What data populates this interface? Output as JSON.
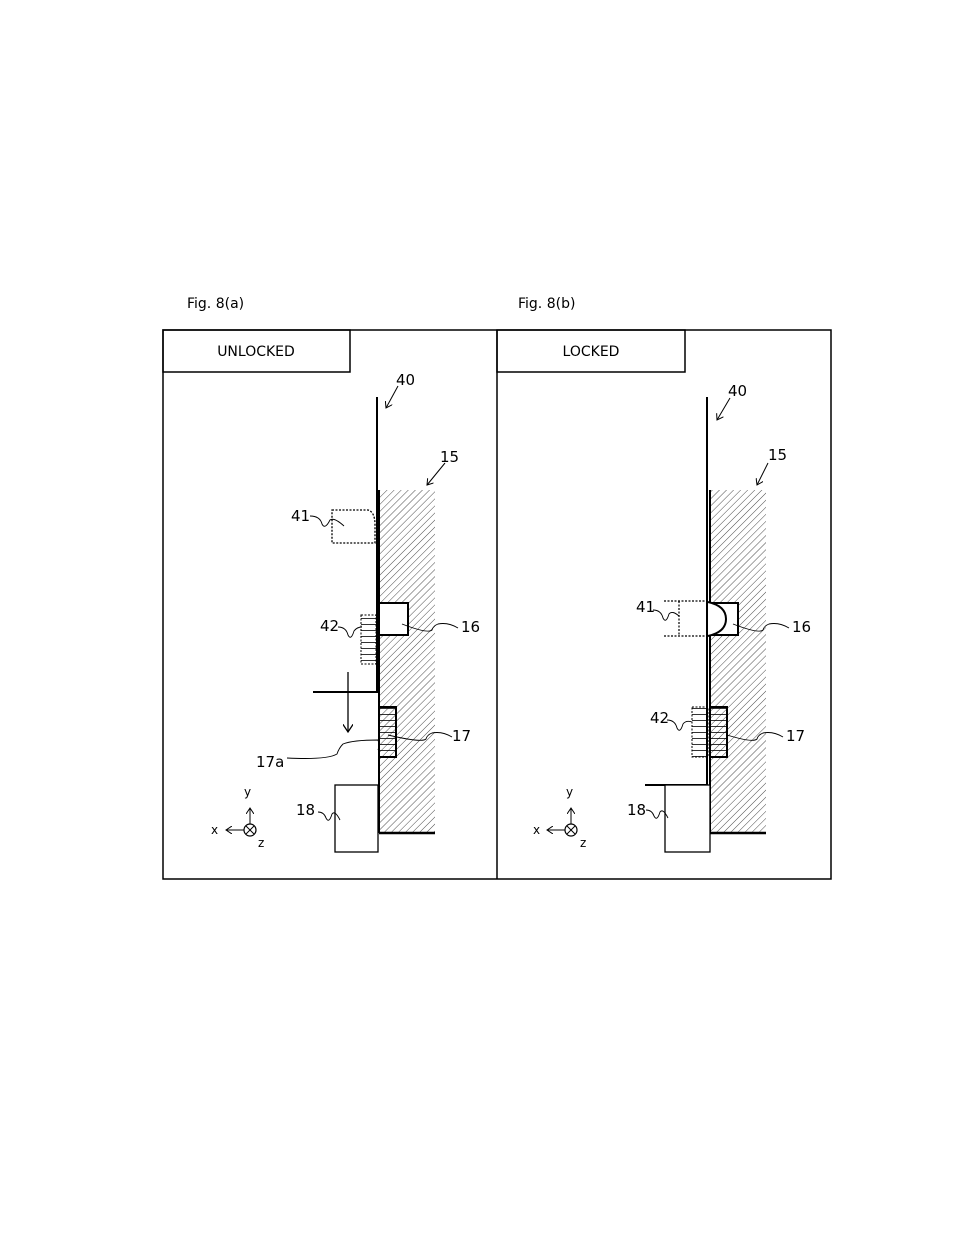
{
  "figures": [
    {
      "caption": "Fig. 8(a)",
      "state_label": "UNLOCKED",
      "refs": {
        "r40": "40",
        "r15": "15",
        "r41": "41",
        "r42": "42",
        "r16": "16",
        "r17": "17",
        "r17a": "17a",
        "r18": "18"
      },
      "axes": {
        "x": "x",
        "y": "y",
        "z": "z"
      }
    },
    {
      "caption": "Fig. 8(b)",
      "state_label": "LOCKED",
      "refs": {
        "r40": "40",
        "r15": "15",
        "r41": "41",
        "r42": "42",
        "r16": "16",
        "r17": "17",
        "r18": "18"
      },
      "axes": {
        "x": "x",
        "y": "y",
        "z": "z"
      }
    }
  ]
}
